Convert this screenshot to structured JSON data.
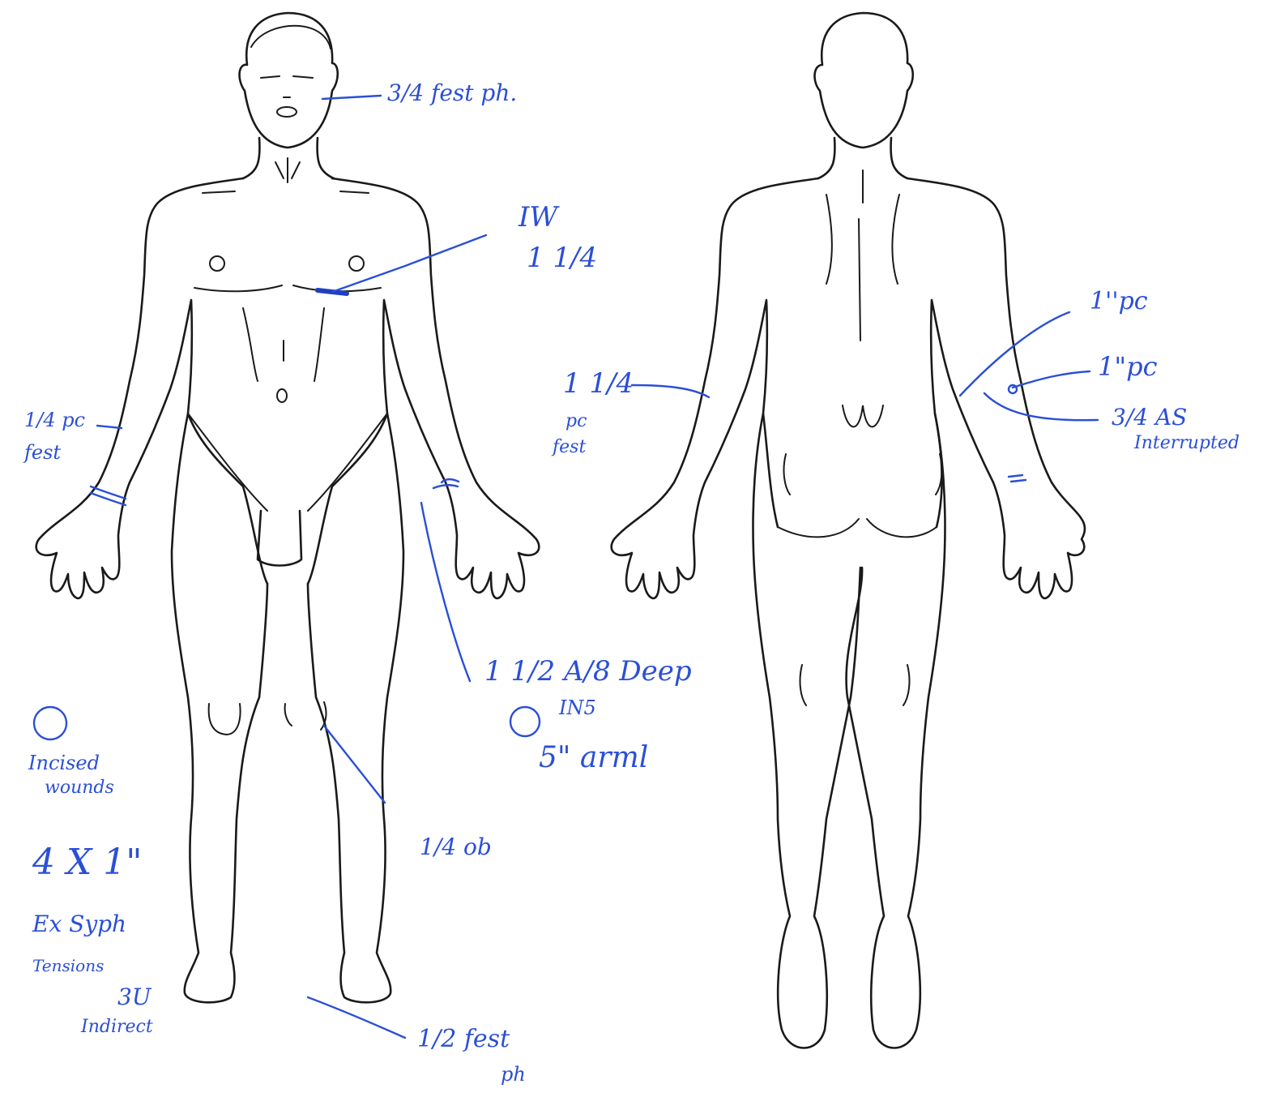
{
  "notes": {
    "face": "3/4 fest ph.",
    "chest_1": "IW",
    "chest_2": "1 1/4",
    "left_wrist_1": "1/4 pc",
    "left_wrist_2": "fest",
    "right_wrist_1": "1 1/2 A/8 Deep",
    "right_wrist_2": "IN5",
    "right_wrist_3": "5\" arml",
    "knee": "1/4 ob",
    "foot_1": "1/2 fest",
    "foot_2": "ph",
    "legend_1": "Incised",
    "legend_2": "wounds",
    "legend_3": "4 X 1\"",
    "legend_4": "Ex Syph",
    "legend_5": "Tensions",
    "legend_6": "3U",
    "legend_7": "Indirect",
    "back_arm_1": "1 1/4",
    "back_arm_2": "pc",
    "back_arm_3": "fest",
    "back_right_1": "1''pc",
    "back_right_2": "1\"pc",
    "back_right_3": "3/4 AS",
    "back_right_4": "Interrupted"
  },
  "colors": {
    "ink": "#2b4fd6",
    "outline": "#1a1a1a"
  }
}
